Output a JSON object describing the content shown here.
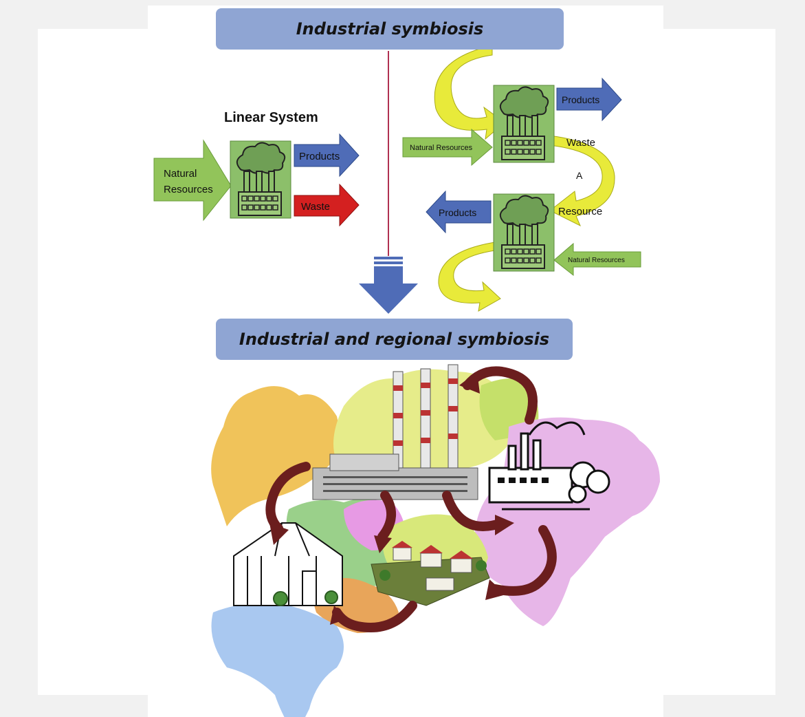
{
  "banners": {
    "top": "Industrial symbiosis",
    "bottom": "Industrial and regional symbiosis"
  },
  "linear": {
    "title": "Linear System",
    "input": [
      "Natural",
      "Resources"
    ],
    "products": "Products",
    "waste": "Waste"
  },
  "symbiosis": {
    "top_products": "Products",
    "top_natural": "Natural Resources",
    "waste": "Waste",
    "marker": "A",
    "resource": "Resource",
    "bottom_products": "Products",
    "bottom_natural": "Natural Resources"
  },
  "colors": {
    "banner": "#8fa5d3",
    "green_arrow": "#92c45a",
    "blue_arrow": "#4f6cb7",
    "red_arrow": "#d42020",
    "yellow_arrow": "#e8ea3a",
    "factory_bg": "#8cbf6a",
    "cycle_arrow": "#6b1e1e"
  },
  "icons": [
    "factory-icon",
    "power-plant-icon",
    "greenhouse-icon",
    "village-icon",
    "map-icon"
  ]
}
